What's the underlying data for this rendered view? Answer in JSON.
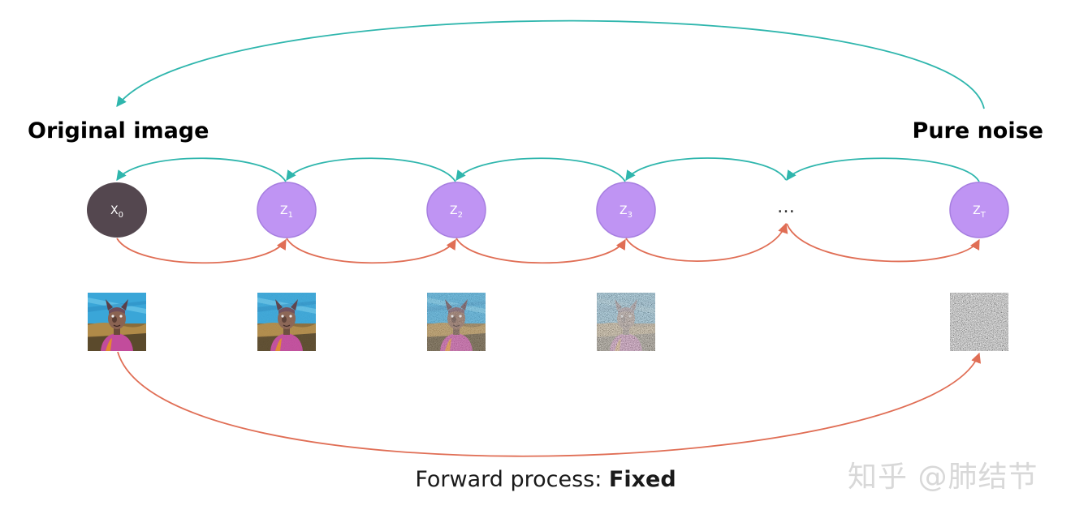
{
  "labels": {
    "original": "Original image",
    "noise": "Pure noise"
  },
  "nodes": [
    {
      "id": "x0",
      "letter": "X",
      "sub": "0",
      "fill": "#54474f",
      "text_color": "#ffffff"
    },
    {
      "id": "z1",
      "letter": "Z",
      "sub": "1",
      "fill": "#bf94f3",
      "text_color": "#ffffff"
    },
    {
      "id": "z2",
      "letter": "Z",
      "sub": "2",
      "fill": "#bf94f3",
      "text_color": "#ffffff"
    },
    {
      "id": "z3",
      "letter": "Z",
      "sub": "3",
      "fill": "#bf94f3",
      "text_color": "#ffffff"
    },
    {
      "id": "ellipsis",
      "letter": "…"
    },
    {
      "id": "zT",
      "letter": "Z",
      "sub": "T",
      "fill": "#bf94f3",
      "text_color": "#ffffff"
    }
  ],
  "thumbnails": [
    {
      "node": "x0",
      "noise_level": 0
    },
    {
      "node": "z1",
      "noise_level": 0.05
    },
    {
      "node": "z2",
      "noise_level": 0.35
    },
    {
      "node": "z3",
      "noise_level": 0.75
    },
    {
      "node": "zT",
      "noise_level": 1
    }
  ],
  "caption": {
    "prefix": "Forward process: ",
    "emphasis": "Fixed"
  },
  "watermark": "知乎 @肺结节",
  "colors": {
    "reverse_arrow": "#2fb6ad",
    "forward_arrow": "#e06e55",
    "node_outline": "#a67ee0"
  }
}
